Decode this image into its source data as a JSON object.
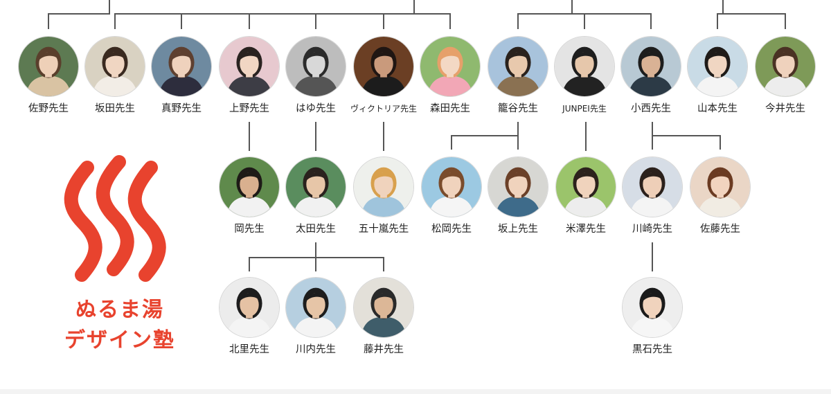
{
  "logo": {
    "line1": "ぬるま湯",
    "line2": "デザイン塾",
    "color": "#e8432e"
  },
  "teachers": [
    {
      "id": "sano",
      "name": "佐野先生",
      "bg": "#5d7a52",
      "hair": "#5a3f2c",
      "skin": "#eed0b8",
      "shirt": "#d9c3a3"
    },
    {
      "id": "sakata",
      "name": "坂田先生",
      "bg": "#d9d2c2",
      "hair": "#3a2a20",
      "skin": "#f0d6c2",
      "shirt": "#f2ede6"
    },
    {
      "id": "mano",
      "name": "真野先生",
      "bg": "#6e8aa0",
      "hair": "#5e4030",
      "skin": "#efd2bd",
      "shirt": "#2d2d3d"
    },
    {
      "id": "ueno",
      "name": "上野先生",
      "bg": "#e7c9cf",
      "hair": "#2a2320",
      "skin": "#f1d6c3",
      "shirt": "#3d3d45"
    },
    {
      "id": "hayu",
      "name": "はゆ先生",
      "bg": "#bdbdbd",
      "hair": "#2b2b2b",
      "skin": "#d8d8d8",
      "shirt": "#555555"
    },
    {
      "id": "victoria",
      "name": "ヴィクトリア先生",
      "bg": "#6b3f24",
      "hair": "#1f1613",
      "skin": "#c99a7c",
      "shirt": "#1c1c1c"
    },
    {
      "id": "morita",
      "name": "森田先生",
      "bg": "#8fb96f",
      "hair": "#e6a06a",
      "skin": "#f3d8c4",
      "shirt": "#f2a7b6"
    },
    {
      "id": "kagoya",
      "name": "籠谷先生",
      "bg": "#a8c3dc",
      "hair": "#2a221d",
      "skin": "#e8c9ad",
      "shirt": "#8a7152"
    },
    {
      "id": "junpei",
      "name": "JUNPEI先生",
      "bg": "#e4e4e4",
      "hair": "#1e1e1e",
      "skin": "#e6c7ab",
      "shirt": "#222222"
    },
    {
      "id": "konishi",
      "name": "小西先生",
      "bg": "#b8c9d4",
      "hair": "#1d1d1d",
      "skin": "#d9b295",
      "shirt": "#2c3a46"
    },
    {
      "id": "yamamoto",
      "name": "山本先生",
      "bg": "#c9dbe6",
      "hair": "#1f1b18",
      "skin": "#f0d6c2",
      "shirt": "#f4f4f4"
    },
    {
      "id": "imai",
      "name": "今井先生",
      "bg": "#7e9a58",
      "hair": "#4a3224",
      "skin": "#efd2bd",
      "shirt": "#ededed"
    },
    {
      "id": "oka",
      "name": "岡先生",
      "bg": "#5f8a4c",
      "hair": "#1e1a17",
      "skin": "#d9b08f",
      "shirt": "#f2f2f2"
    },
    {
      "id": "ota",
      "name": "太田先生",
      "bg": "#5a8d5e",
      "hair": "#2a221e",
      "skin": "#e7c6a8",
      "shirt": "#f1f1f1"
    },
    {
      "id": "igarashi",
      "name": "五十嵐先生",
      "bg": "#eef0ec",
      "hair": "#d8a04d",
      "skin": "#f0d3bd",
      "shirt": "#9fc4dc"
    },
    {
      "id": "matsuoka",
      "name": "松岡先生",
      "bg": "#9cc9e2",
      "hair": "#7a4c2c",
      "skin": "#f0d3bd",
      "shirt": "#f5f5f5"
    },
    {
      "id": "sakaue",
      "name": "坂上先生",
      "bg": "#d7d7d3",
      "hair": "#6b4028",
      "skin": "#f0d3bd",
      "shirt": "#3e6b8a"
    },
    {
      "id": "yonezawa",
      "name": "米澤先生",
      "bg": "#9bc46b",
      "hair": "#2c221d",
      "skin": "#f0d3bd",
      "shirt": "#ededed"
    },
    {
      "id": "kawasaki",
      "name": "川崎先生",
      "bg": "#d6dde6",
      "hair": "#2b211c",
      "skin": "#eecfb8",
      "shirt": "#f4f4f4"
    },
    {
      "id": "sato",
      "name": "佐藤先生",
      "bg": "#ead6c6",
      "hair": "#6b3b22",
      "skin": "#f2d4bf",
      "shirt": "#f1ece3"
    },
    {
      "id": "kitazato",
      "name": "北里先生",
      "bg": "#ececec",
      "hair": "#1d1d1d",
      "skin": "#e5c2a4",
      "shirt": "#f4f4f4"
    },
    {
      "id": "kawauchi",
      "name": "川内先生",
      "bg": "#b6cfe0",
      "hair": "#1d1d1d",
      "skin": "#e6c5a7",
      "shirt": "#f4f4f4"
    },
    {
      "id": "fujii",
      "name": "藤井先生",
      "bg": "#e3e0d9",
      "hair": "#2a2a2a",
      "skin": "#dcb797",
      "shirt": "#3f5d6a"
    },
    {
      "id": "kuroishi",
      "name": "黒石先生",
      "bg": "#eeeeee",
      "hair": "#1a1a1a",
      "skin": "#f0d3bd",
      "shirt": "#f6f6f6"
    }
  ]
}
